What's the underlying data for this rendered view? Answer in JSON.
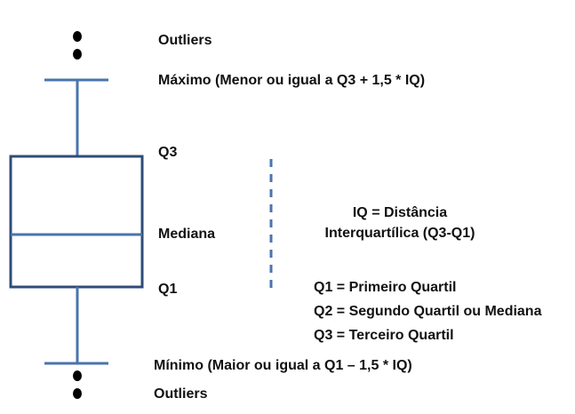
{
  "colors": {
    "box_stroke": "#2f4c78",
    "whisker_stroke": "#4a74ad",
    "iq_dash": "#4a74ad",
    "outlier_fill": "#000000",
    "text": "#111111"
  },
  "labels": {
    "outliers_top": "Outliers",
    "maximo": "Máximo (Menor ou igual a Q3 + 1,5 * IQ)",
    "q3": "Q3",
    "mediana": "Mediana",
    "q1": "Q1",
    "minimo": "Mínimo (Maior ou igual a Q1 – 1,5 * IQ)",
    "outliers_bottom": "Outliers"
  },
  "iq_definition": {
    "line1": "IQ = Distância",
    "line2": "Interquartílica (Q3-Q1)"
  },
  "quartile_definitions": [
    "Q1 = Primeiro Quartil",
    "Q2 = Segundo Quartil ou Mediana",
    "Q3 = Terceiro Quartil"
  ]
}
